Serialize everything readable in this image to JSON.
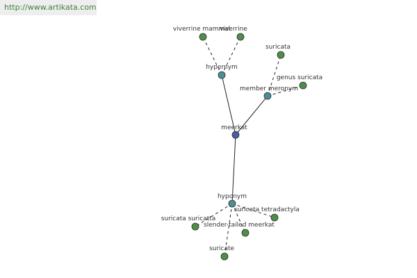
{
  "source": {
    "url": "http://www.artikata.com"
  },
  "colors": {
    "center_node": "#4a5da8",
    "relation_node": "#4c8e96",
    "leaf_node": "#4f8e4a",
    "node_stroke": "#2a2a2a",
    "edge": "#222222",
    "banner_background": "#eeeeee",
    "url_text": "#3f7f3f"
  },
  "graph": {
    "center": {
      "label": "meerkat"
    },
    "relations": [
      {
        "label": "hypernym",
        "members": [
          {
            "label": "viverrine mammal"
          },
          {
            "label": "viverrine"
          }
        ]
      },
      {
        "label": "member meronym",
        "members": [
          {
            "label": "suricata"
          },
          {
            "label": "genus suricata"
          }
        ]
      },
      {
        "label": "hyponym",
        "members": [
          {
            "label": "suricata suricatta"
          },
          {
            "label": "suricata tetradactyla"
          },
          {
            "label": "slender-tailed meerkat"
          },
          {
            "label": "suricate"
          }
        ]
      }
    ]
  }
}
